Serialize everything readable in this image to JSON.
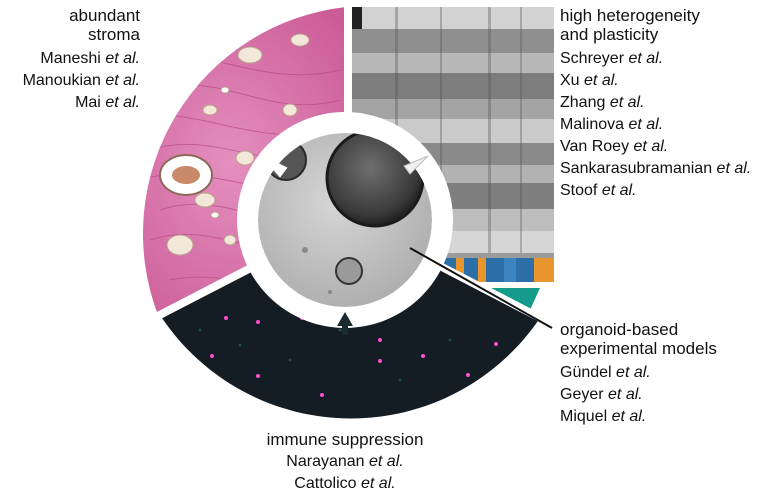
{
  "colors": {
    "stroma_pink": "#d96fa6",
    "heterogeneity_gray": "#9a9a9a",
    "immune_dark": "#141c24",
    "heatmap_blue": "#2c6ea6",
    "heatmap_orange": "#e8952e",
    "teal": "#169a8c"
  },
  "segments": {
    "stroma": {
      "title_lines": [
        "abundant",
        "stroma"
      ],
      "citations": [
        {
          "author": "Maneshi",
          "etal": "et al."
        },
        {
          "author": "Manoukian",
          "etal": "et al."
        },
        {
          "author": "Mai",
          "etal": "et al."
        }
      ]
    },
    "heterogeneity": {
      "title_lines": [
        "high heterogeneity",
        "and plasticity"
      ],
      "citations": [
        {
          "author": "Schreyer",
          "etal": "et al."
        },
        {
          "author": "Xu",
          "etal": "et al."
        },
        {
          "author": "Zhang",
          "etal": "et al."
        },
        {
          "author": "Malinova",
          "etal": "et al."
        },
        {
          "author": "Van Roey",
          "etal": "et al."
        },
        {
          "author": "Sankarasubramanian",
          "etal": "et al."
        },
        {
          "author": "Stoof",
          "etal": "et al."
        }
      ]
    },
    "organoid": {
      "title_lines": [
        "organoid-based",
        "experimental models"
      ],
      "citations": [
        {
          "author": "Gündel",
          "etal": "et al."
        },
        {
          "author": "Geyer",
          "etal": "et al."
        },
        {
          "author": "Miquel",
          "etal": "et al."
        }
      ]
    },
    "immune": {
      "title_lines": [
        "immune suppression"
      ],
      "citations": [
        {
          "author": "Narayanan",
          "etal": "et al."
        },
        {
          "author": "Cattolico",
          "etal": "et al."
        }
      ]
    }
  }
}
